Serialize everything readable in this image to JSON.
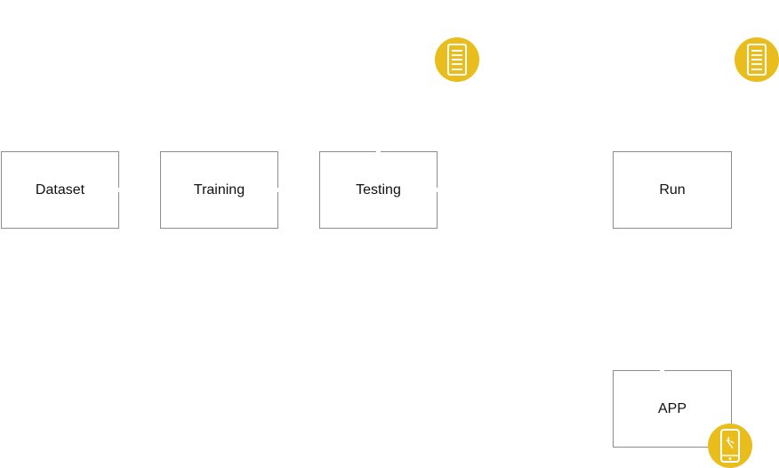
{
  "diagram": {
    "nodes": [
      {
        "id": "dataset",
        "label": "Dataset"
      },
      {
        "id": "training",
        "label": "Training"
      },
      {
        "id": "testing",
        "label": "Testing"
      },
      {
        "id": "run",
        "label": "Run"
      },
      {
        "id": "app",
        "label": "APP"
      }
    ],
    "badges": [
      {
        "id": "testing-server",
        "icon": "server-icon",
        "color": "#E8BD1C"
      },
      {
        "id": "run-server",
        "icon": "server-icon",
        "color": "#E8BD1C"
      },
      {
        "id": "app-phone",
        "icon": "smartphone-icon",
        "color": "#E8BD1C"
      }
    ],
    "colors": {
      "accent": "#E8BD1C",
      "border": "#8C8C8C",
      "text": "#111111",
      "background": "#FFFFFF"
    }
  }
}
